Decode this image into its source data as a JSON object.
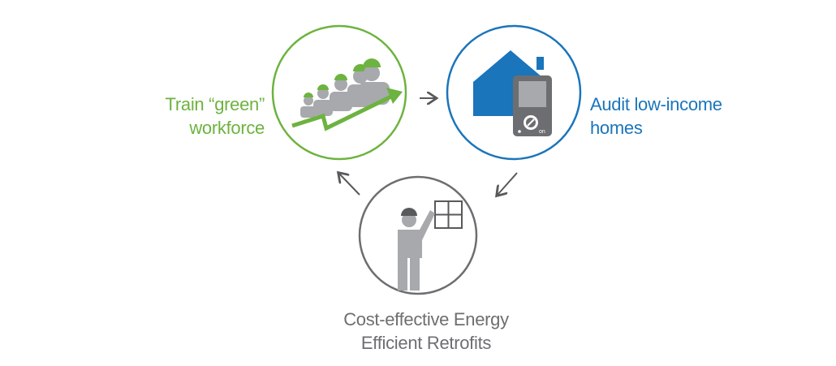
{
  "colors": {
    "green": "#6db33f",
    "blue": "#1a75bb",
    "gray": "#6d6e71",
    "figure_gray": "#a7a9ac",
    "dark_gray": "#58595b",
    "arrow": "#58595b"
  },
  "nodes": {
    "train": {
      "line1": "Train “green”",
      "line2": "workforce",
      "icon": "workers-trend-icon"
    },
    "audit": {
      "line1": "Audit low-income",
      "line2": "homes",
      "icon": "house-meter-icon"
    },
    "retrofit": {
      "line1": "Cost-effective Energy",
      "line2": "Efficient Retrofits",
      "icon": "worker-window-icon"
    }
  },
  "edges": [
    {
      "from": "train",
      "to": "audit"
    },
    {
      "from": "audit",
      "to": "retrofit"
    },
    {
      "from": "retrofit",
      "to": "train"
    }
  ],
  "meter_text": "on"
}
